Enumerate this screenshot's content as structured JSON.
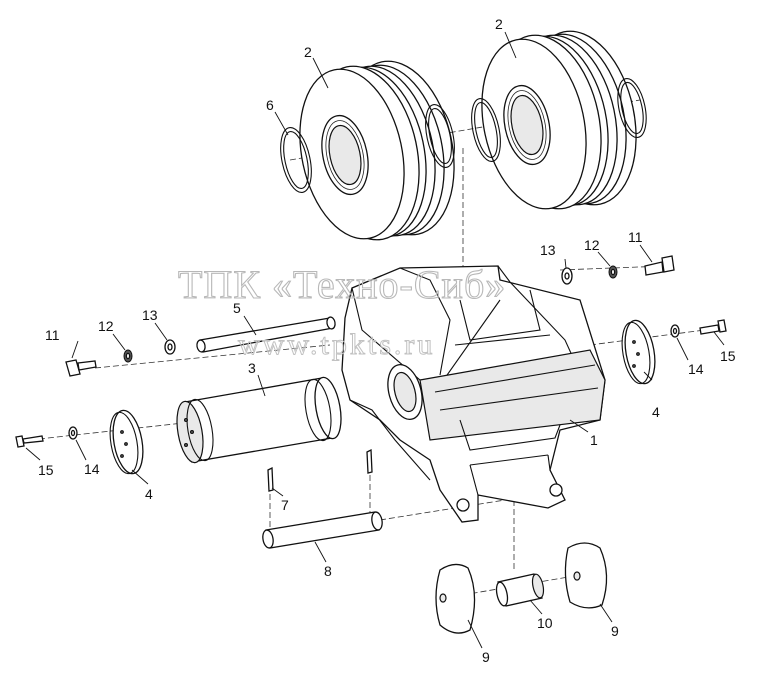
{
  "watermark": {
    "line1": "ТПК «Техно-Сиб»",
    "line2": "www.tpkts.ru"
  },
  "labels": {
    "p1": "1",
    "p2a": "2",
    "p2b": "2",
    "p3": "3",
    "p4a": "4",
    "p4b": "4",
    "p5": "5",
    "p6": "6",
    "p7": "7",
    "p8": "8",
    "p9a": "9",
    "p9b": "9",
    "p10": "10",
    "p11a": "11",
    "p11b": "11",
    "p12a": "12",
    "p12b": "12",
    "p13a": "13",
    "p13b": "13",
    "p14a": "14",
    "p14b": "14",
    "p15a": "15",
    "p15b": "15"
  }
}
